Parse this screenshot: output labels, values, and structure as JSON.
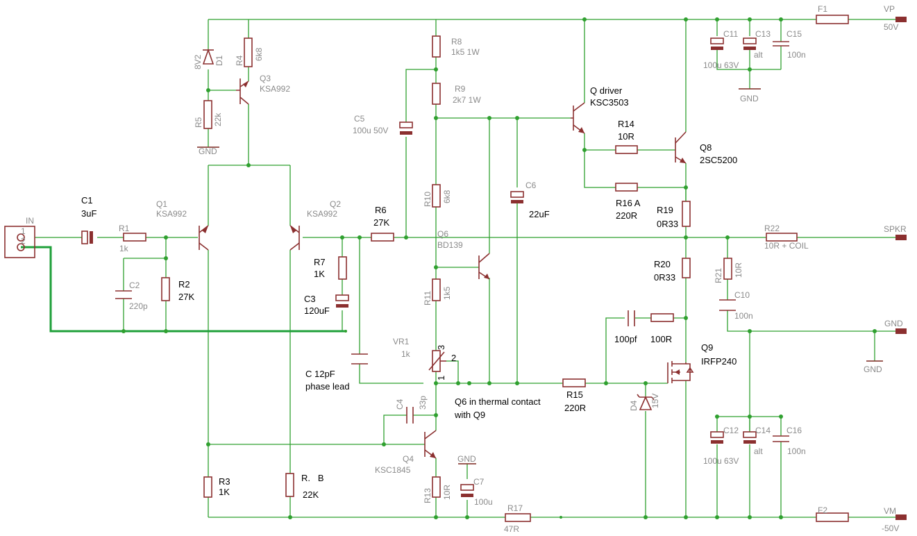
{
  "labels": {
    "IN": "IN",
    "VP": "VP",
    "VP_V": "50V",
    "VM": "VM",
    "VM_V": "-50V",
    "SPKR": "SPKR",
    "GND": "GND",
    "F1": "F1",
    "F2": "F2",
    "pin1": "1",
    "pin2": "2",
    "C1": "C1",
    "C1_v": "3uF",
    "R1": "R1",
    "R1_v": "1k",
    "C2": "C2",
    "C2_v": "220p",
    "R2": "R2",
    "R2_v": "27K",
    "Q1": "Q1",
    "Q1_v": "KSA992",
    "Q2": "Q2",
    "Q2_v": "KSA992",
    "R3": "R3",
    "R3_v": "1K",
    "RB": "R.   B",
    "RB_v": "22K",
    "D1": "D1",
    "D1_v": "8V2",
    "R4": "R4",
    "R4_v": "6k8",
    "Q3": "Q3",
    "Q3_v": "KSA992",
    "R5": "R5",
    "R5_v": "22k",
    "R6": "R6",
    "R6_v": "27K",
    "R7": "R7",
    "R7_v": "1K",
    "C3": "C3",
    "C3_v": "120uF",
    "C12": "C 12pF",
    "C12_v": "phase lead",
    "C5": "C5",
    "C5_v": "100u 50V",
    "R8": "R8",
    "R8_v": "1k5 1W",
    "R9": "R9",
    "R9_v": "2k7 1W",
    "R10": "R10",
    "R10_v": "6k8",
    "Q6": "Q6",
    "Q6_v": "BD139",
    "R11": "R11",
    "R11_v": "1k5",
    "VR1": "VR1",
    "VR1_v": "1k",
    "VR1_p1": "1",
    "VR1_p2": "2",
    "VR1_p3": "3",
    "C4": "C4",
    "C4_v": "33p",
    "Q4": "Q4",
    "Q4_v": "KSC1845",
    "R13": "R13",
    "R13_v": "10R",
    "C7": "C7",
    "C7_v": "100u",
    "R17": "R17",
    "R17_v": "47R",
    "C6": "C6",
    "C6_v": "22uF",
    "note_thermal_1": "Q6 in thermal contact",
    "note_thermal_2": "with Q9",
    "R15": "R15",
    "R15_v": "220R",
    "Qdrv": "Q driver",
    "Qdrv_v": "KSC3503",
    "R14": "R14",
    "R14_v": "10R",
    "R16": "R16 A",
    "R16_v": "220R",
    "Q8": "Q8",
    "Q8_v": "2SC5200",
    "R19": "R19",
    "R19_v": "0R33",
    "R20": "R20",
    "R20_v": "0R33",
    "C100pf": "100pf",
    "R100R": "100R",
    "Q9": "Q9",
    "Q9_v": "IRFP240",
    "D4": "D4",
    "D4_v": "15V",
    "R22": "R22",
    "R22_v": "10R + COIL",
    "R21": "R21",
    "R21_v": "10R",
    "C10": "C10",
    "C10_v": "100n",
    "C11": "C11",
    "C13": "C13",
    "C13_v": "alt",
    "C15": "C15",
    "C15_v": "100n",
    "C11_v": "100u 63V",
    "C12b": "C12",
    "C14": "C14",
    "C14_v": "alt",
    "C16": "C16",
    "C16_v": "100n",
    "C12b_v": "100u 63V"
  },
  "colors": {
    "wire": "#2fa02f",
    "input_ground_trace": "#1fa03a",
    "component": "#8b2f2f",
    "name_text": "#8a8a8a",
    "value_text": "#000000",
    "background": "#ffffff"
  }
}
